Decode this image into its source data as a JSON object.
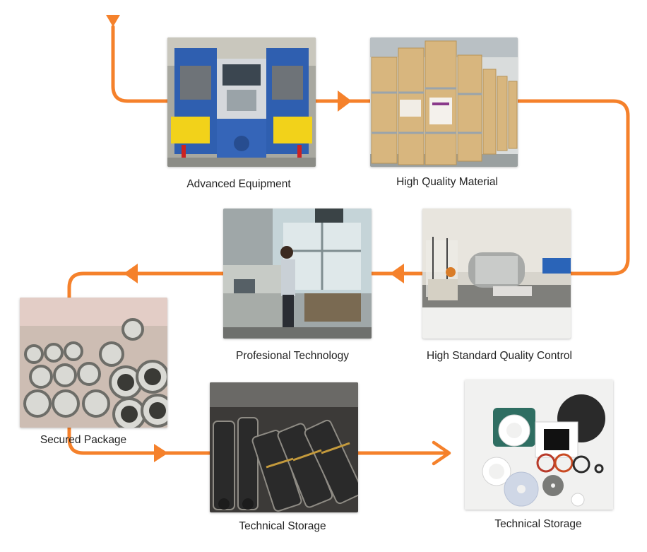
{
  "accent_color": "#f5812b",
  "steps": [
    {
      "caption": "Advanced Equipment",
      "icon": "hydraulic-press-machine-photo"
    },
    {
      "caption": "High Quality Material",
      "icon": "material-drums-photo"
    },
    {
      "caption": "High Standard Quality Control",
      "icon": "lab-testing-equipment-photo"
    },
    {
      "caption": "Profesional Technology",
      "icon": "worker-operating-machine-photo"
    },
    {
      "caption": "Secured Package",
      "icon": "packaged-gaskets-photo"
    },
    {
      "caption": "Technical Storage",
      "icon": "storage-rolls-photo"
    },
    {
      "caption": "Technical Storage",
      "icon": "gasket-products-photo"
    }
  ]
}
